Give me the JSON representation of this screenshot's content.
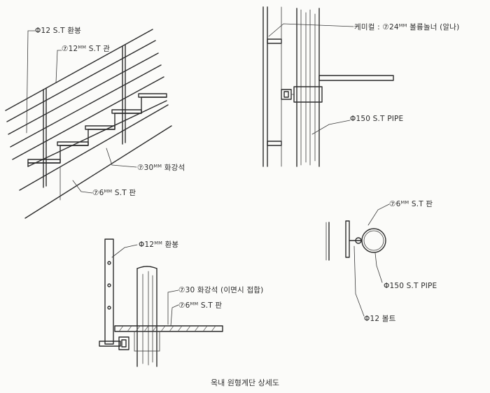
{
  "drawing": {
    "title": "옥내 원형계단 상세도",
    "stair_isometric": {
      "label_handrail": "Φ12 S.T 환봉",
      "label_post_plate": "⑦12ᴹᴹ S.T 관",
      "label_tread": "⑦30ᴹᴹ 화강석",
      "label_stringer": "⑦6ᴹᴹ S.T 판"
    },
    "column_elevation": {
      "label_anchor": "케미컬 : ⑦24ᴹᴹ 볼륭놀너 (알나)",
      "label_pipe": "Φ150 S.T PIPE"
    },
    "handrail_section": {
      "label_bar": "Φ12ᴹᴹ 환봉",
      "label_tread": "⑦30 화강석 (이면시 접합)",
      "label_plate": "⑦6ᴹᴹ S.T 판"
    },
    "pipe_plan": {
      "label_plate": "⑦6ᴹᴹ S.T 판",
      "label_pipe": "Φ150 S.T PIPE",
      "label_bolt": "Φ12 볼트"
    }
  }
}
